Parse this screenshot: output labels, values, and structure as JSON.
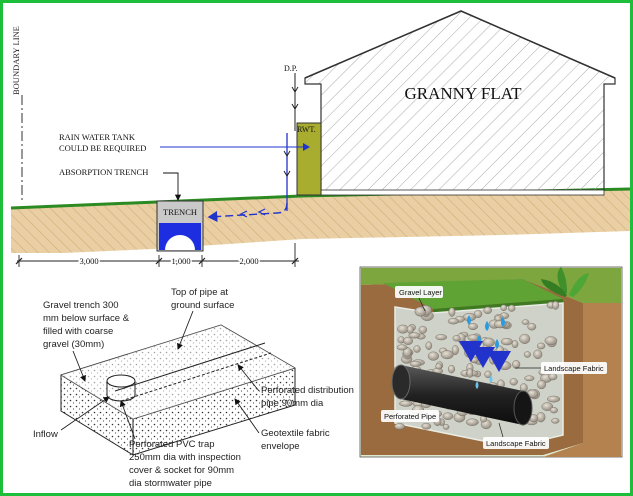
{
  "colors": {
    "frame": "#1dbf3a",
    "grass": "#2c8a22",
    "soil": "#e6c89a",
    "pipe_arrow": "#2233cc",
    "tank": "#a8ad2f",
    "water": "#1d2de0",
    "house_hatch": "#999999"
  },
  "elevation": {
    "boundary_label": "BOUNDARY LINE",
    "building_label": "GRANNY FLAT",
    "dp_label": "D.P.",
    "rwt_label": "RWT.",
    "tank_note_line1": "RAIN WATER TANK",
    "tank_note_line2": "COULD BE REQUIRED",
    "trench_note": "ABSORPTION TRENCH",
    "trench_label": "TRENCH",
    "dims": [
      "3,000",
      "1,000",
      "2,000"
    ]
  },
  "section": {
    "gravel_trench_line1": "Gravel trench 300",
    "gravel_trench_line2": "mm below surface &",
    "gravel_trench_line3": "filled with coarse",
    "gravel_trench_line4": "gravel (30mm)",
    "top_pipe_line1": "Top of pipe at",
    "top_pipe_line2": "ground surface",
    "perf_dist_line1": "Perforated distribution",
    "perf_dist_line2": "pipe 90mm dia",
    "geotextile_line1": "Geotextile fabric",
    "geotextile_line2": "envelope",
    "inflow": "Inflow",
    "trap_line1": "Perforated PVC trap",
    "trap_line2": "250mm dia with inspection",
    "trap_line3": "cover & socket for 90mm",
    "trap_line4": "dia stormwater pipe"
  },
  "illustration": {
    "gravel_layer": "Gravel Layer",
    "landscape_fabric_right": "Landscape Fabric",
    "perforated_pipe": "Perforated Pipe",
    "landscape_fabric_bottom": "Landscape Fabric"
  }
}
